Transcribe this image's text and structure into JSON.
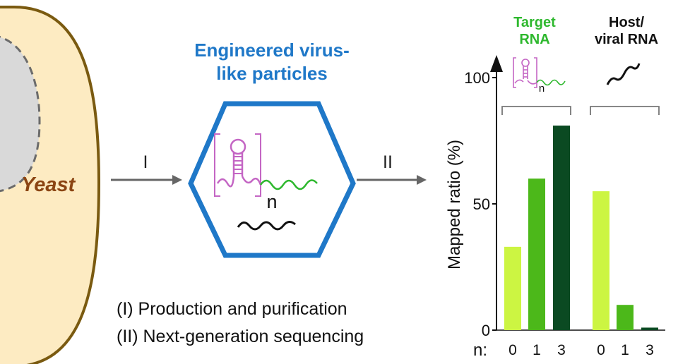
{
  "yeast_label": "Yeast",
  "vlp_title_line1": "Engineered virus-",
  "vlp_title_line2": "like particles",
  "vlp_n_label": "n",
  "step1_label": "I",
  "step2_label": "II",
  "caption_line1": "(I) Production and purification",
  "caption_line2": "(II) Next-generation sequencing",
  "group_target_line1": "Target",
  "group_target_line2": "RNA",
  "group_host_line1": "Host/",
  "group_host_line2": "viral RNA",
  "legend_n_label": "n",
  "n_axis_prefix": "n:",
  "colors": {
    "yeast_fill": "#fdebc2",
    "yeast_border": "#7a5a10",
    "yeast_text": "#8b4513",
    "nucleus_fill": "#d9d9d9",
    "vlp_blue": "#1f78c8",
    "target_green": "#2eb82e",
    "arrow_gray": "#666666",
    "rna_magenta": "#c466c4"
  },
  "chart_data": {
    "type": "bar",
    "ylabel": "Mapped ratio (%)",
    "ylim": [
      0,
      100
    ],
    "yticks": [
      "0",
      "50",
      "100"
    ],
    "groups": [
      "Target RNA",
      "Host/viral RNA"
    ],
    "categories": [
      "0",
      "1",
      "3",
      "0",
      "1",
      "3"
    ],
    "values": [
      33,
      60,
      81,
      55,
      10,
      1
    ],
    "bar_colors": [
      "#ccf542",
      "#4cb81a",
      "#0b4a22",
      "#ccf542",
      "#4cb81a",
      "#0b4a22"
    ]
  }
}
